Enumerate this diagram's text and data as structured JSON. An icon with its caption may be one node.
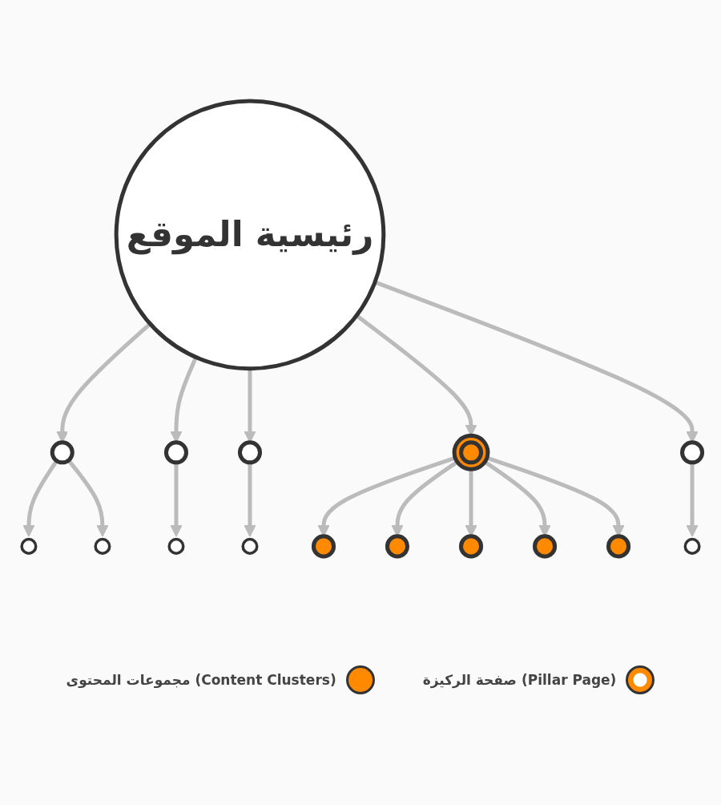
{
  "diagram": {
    "nodes": [
      {
        "text": [],
        "shape": "circle"
      },
      {
        "text": [],
        "shape": "circle"
      },
      {
        "text": [],
        "shape": "circle"
      },
      {
        "text": [],
        "shape": "circle"
      },
      {
        "text": [],
        "shape": "circle"
      },
      {
        "text": [],
        "shape": "circle"
      },
      {
        "text": [],
        "shape": "circle"
      },
      {
        "text": [
          "رئيسية الموقع"
        ]
      },
      {
        "text": [],
        "shape": "circle"
      },
      {
        "text": [],
        "shape": "circle"
      },
      {
        "text": [],
        "shape": "circle"
      },
      {
        "text": [],
        "shape": "circle"
      },
      {
        "text": [],
        "shape": "circle"
      },
      {
        "text": [],
        "shape": "circle"
      },
      {
        "text": [],
        "shape": "circle"
      },
      {
        "text": [],
        "shape": "circle"
      }
    ],
    "edges": [
      {
        "from": 7,
        "to": 1,
        "arrow": "to"
      },
      {
        "from": 1,
        "to": 0,
        "arrow": "to"
      },
      {
        "from": 1,
        "to": 2,
        "arrow": "to"
      },
      {
        "from": 7,
        "to": 5,
        "arrow": "to"
      },
      {
        "from": 5,
        "to": 3,
        "arrow": "to"
      },
      {
        "from": 7,
        "to": 4,
        "arrow": "to"
      },
      {
        "from": 4,
        "to": 6,
        "arrow": "to"
      },
      {
        "from": 7,
        "to": 11,
        "arrow": "to"
      },
      {
        "from": 7,
        "to": 12,
        "arrow": "to"
      },
      {
        "from": 12,
        "to": 10,
        "arrow": "to"
      },
      {
        "from": 11,
        "to": 8,
        "arrow": "to"
      },
      {
        "from": 11,
        "to": 9,
        "arrow": "to"
      },
      {
        "from": 11,
        "to": 13,
        "arrow": "to"
      },
      {
        "from": 11,
        "to": 14,
        "arrow": "to"
      },
      {
        "from": 11,
        "to": 15,
        "arrow": "to"
      }
    ],
    "legend": [
      {
        "text": "صفحة الركيزة (Pillar Page)",
        "color": "#ff8a00"
      },
      {
        "text": "مجموعات المحتوى (Content Clusters)",
        "color": "#ff8a00"
      }
    ]
  }
}
